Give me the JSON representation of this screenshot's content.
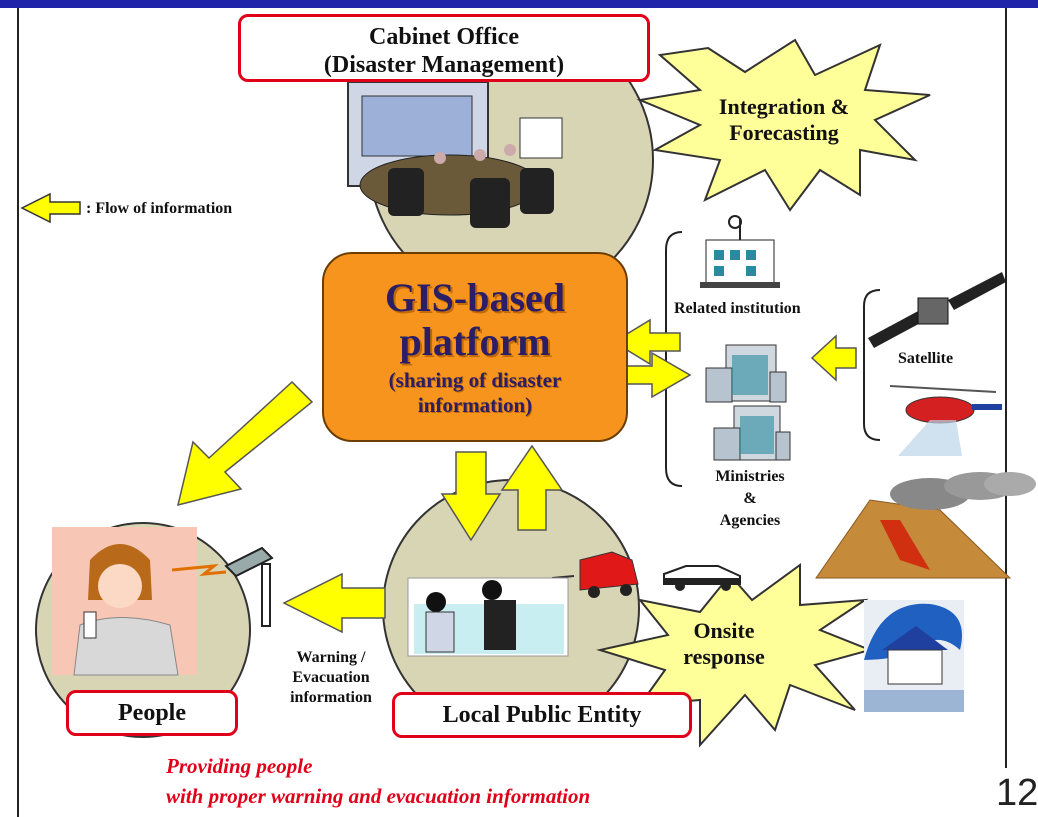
{
  "nodes": {
    "cabinet_office": [
      "Cabinet Office",
      "(Disaster Management)"
    ],
    "integration": [
      "Integration &",
      "Forecasting"
    ],
    "gis_title": [
      "GIS-based",
      "platform"
    ],
    "gis_sub": [
      "(sharing of disaster",
      "information)"
    ],
    "related_institution": "Related institution",
    "satellite": "Satellite",
    "ministries": [
      "Ministries",
      "&",
      "Agencies"
    ],
    "onsite": [
      "Onsite",
      "response"
    ],
    "people": "People",
    "local_entity": "Local Public Entity",
    "warning": [
      "Warning /",
      "Evacuation",
      "information"
    ]
  },
  "legend": {
    "label": ": Flow of information"
  },
  "footer": {
    "line1": "Providing people",
    "line2": "with proper warning and evacuation information"
  },
  "page_number": "12",
  "colors": {
    "header_bar": "#1f24a8",
    "gis_fill": "#f7941d",
    "arrow_fill": "#ffff00",
    "burst_fill": "#ffff99",
    "circle_fill": "#d8d5b5",
    "label_border": "#e0001a",
    "footer_text": "#e0001a"
  }
}
